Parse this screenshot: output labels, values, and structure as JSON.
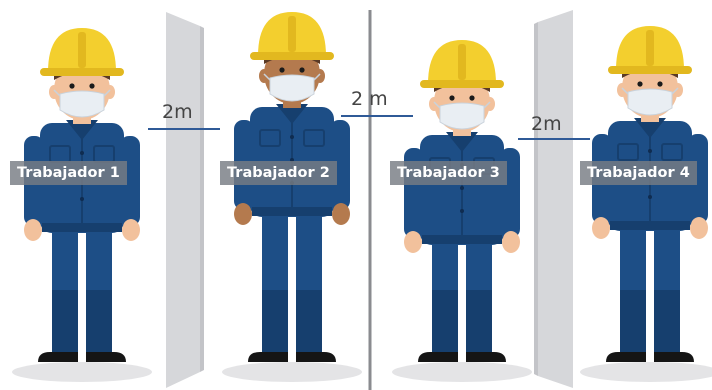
{
  "workers": [
    {
      "label": "Trabajador 1",
      "skin": "#f2c19c"
    },
    {
      "label": "Trabajador 2",
      "skin": "#b47a4e"
    },
    {
      "label": "Trabajador 3",
      "skin": "#f2c19c"
    },
    {
      "label": "Trabajador 4",
      "skin": "#f2c19c"
    }
  ],
  "distances": [
    "2m",
    "2 m",
    "2m"
  ],
  "colors": {
    "helmet": "#f3cf2e",
    "uniform": "#1d4e86",
    "pants_dark": "#163f6e",
    "mask": "#e9eef3",
    "panel": "#d6d7da",
    "measure_line": "#2f5a97",
    "label_bg": "#7c8088"
  }
}
